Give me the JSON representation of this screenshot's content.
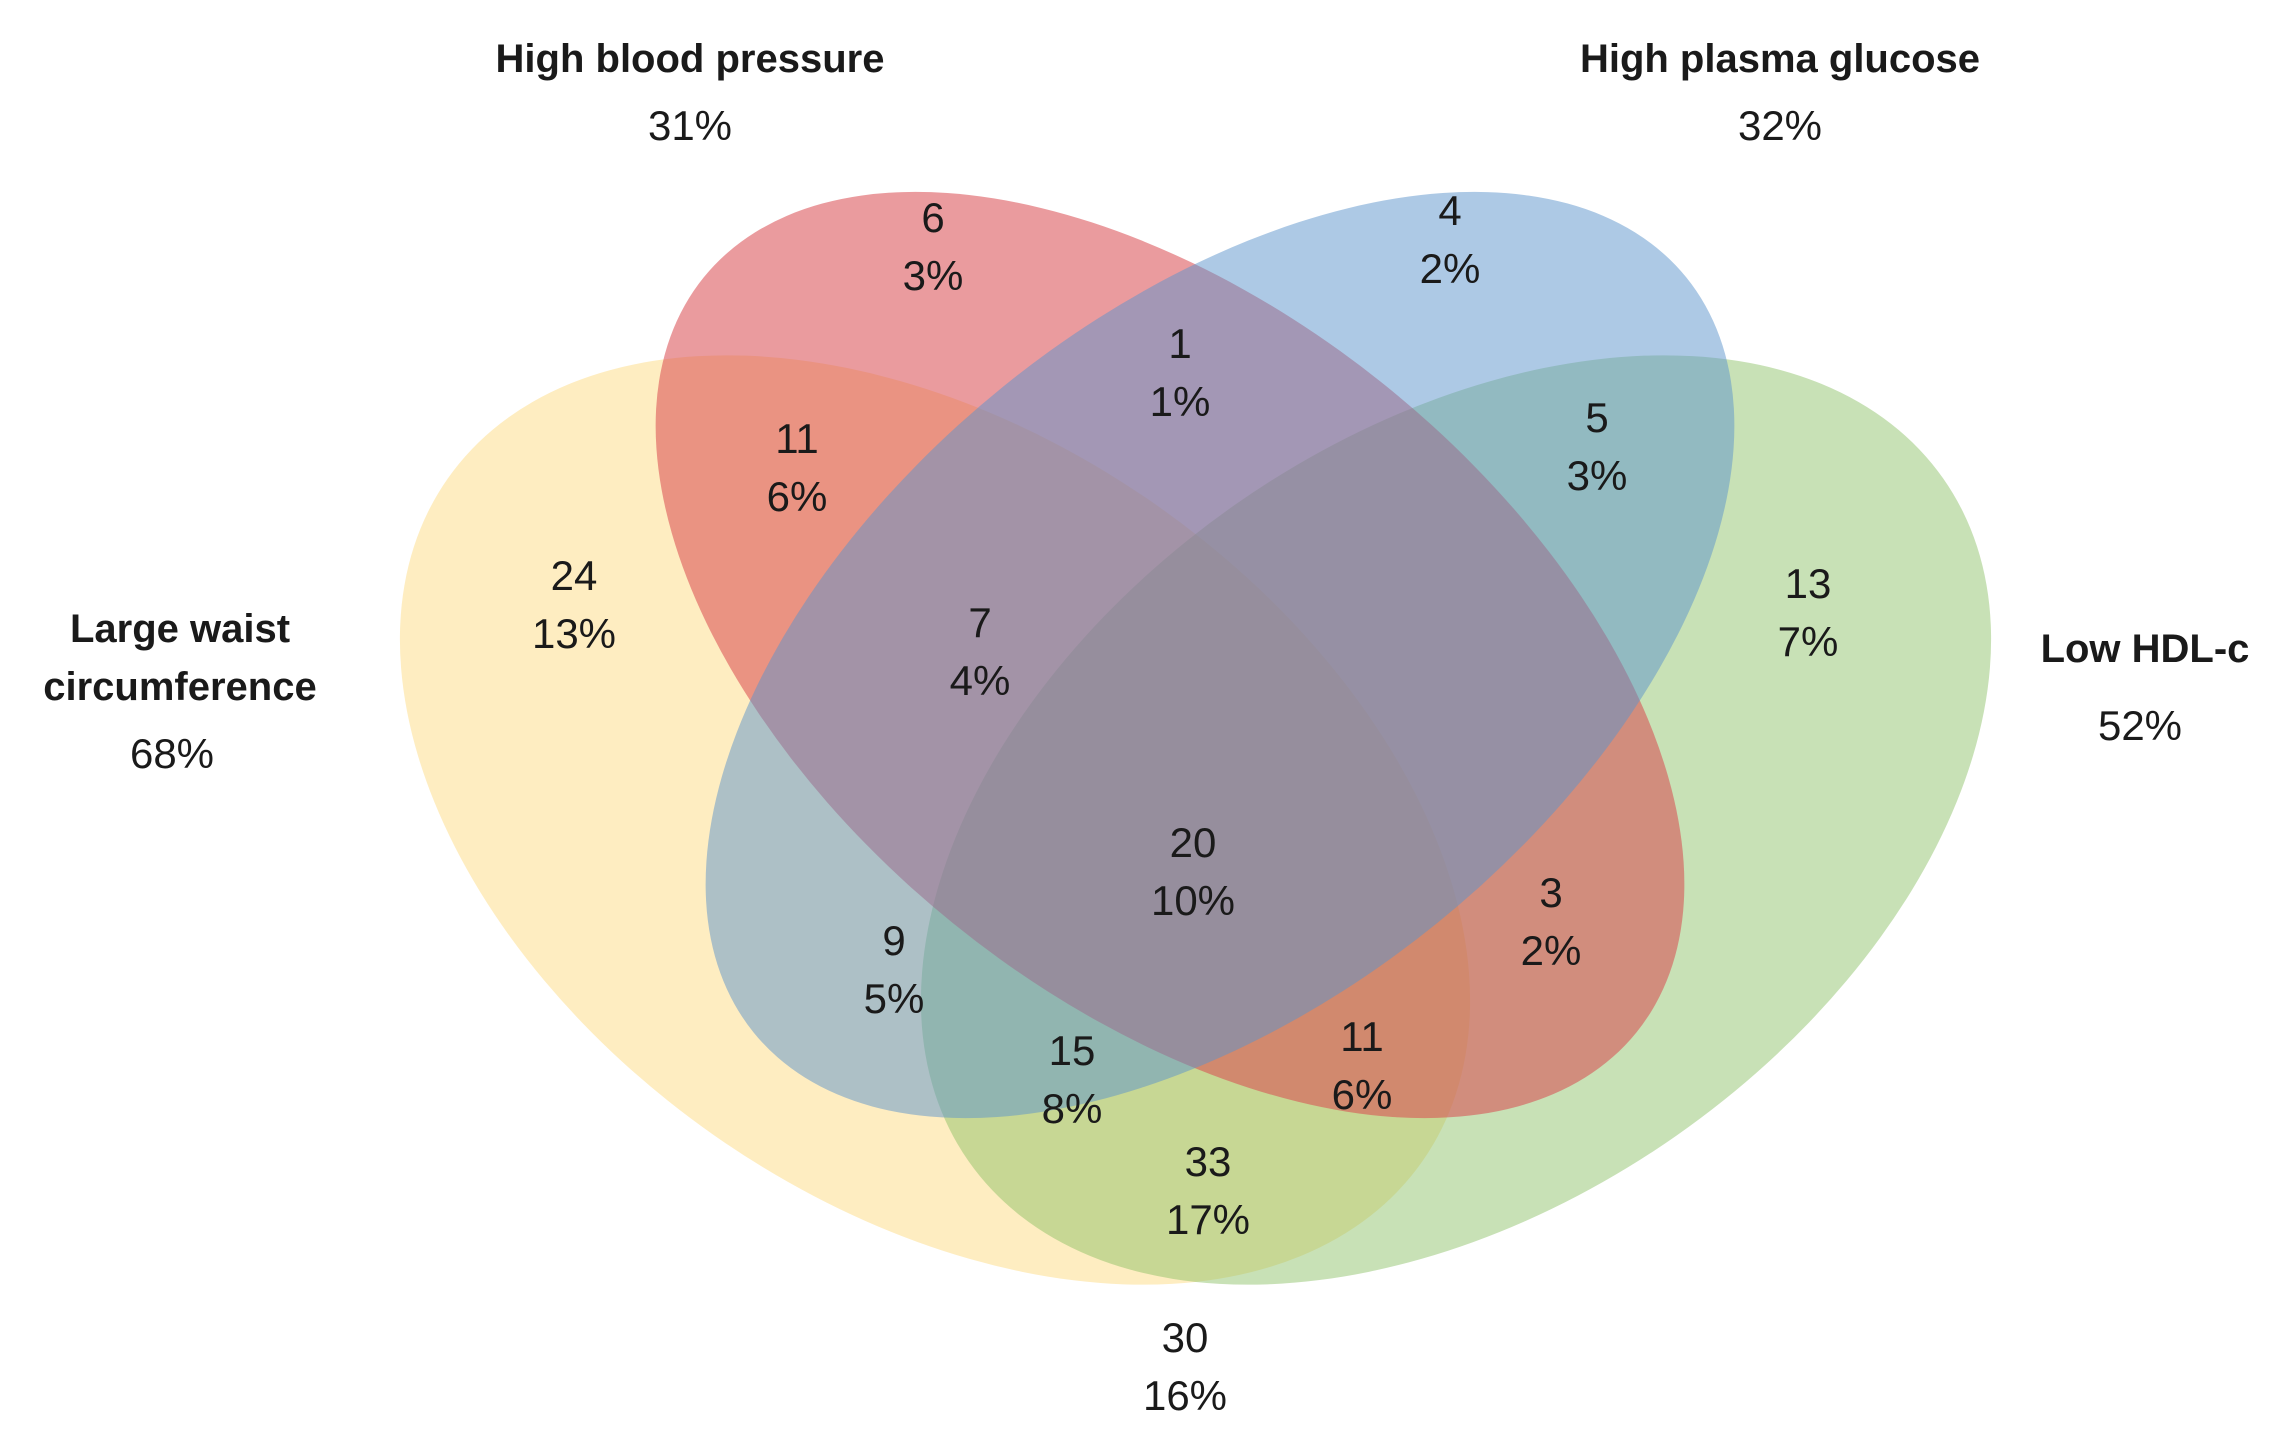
{
  "sets": {
    "waist": {
      "name_lines": [
        "Large waist",
        "circumference"
      ],
      "percent": "68%",
      "color": "#fde5a6"
    },
    "bp": {
      "name_lines": [
        "High blood pressure"
      ],
      "percent": "31%",
      "color": "#d9494f"
    },
    "glucose": {
      "name_lines": [
        "High plasma glucose"
      ],
      "percent": "32%",
      "color": "#5b93cb"
    },
    "hdl": {
      "name_lines": [
        "Low HDL-c"
      ],
      "percent": "52%",
      "color": "#84bc5e"
    }
  },
  "regions": [
    {
      "id": "bp-only",
      "count": "6",
      "percent": "3%"
    },
    {
      "id": "glucose-only",
      "count": "4",
      "percent": "2%"
    },
    {
      "id": "bp-glucose",
      "count": "1",
      "percent": "1%"
    },
    {
      "id": "waist-bp",
      "count": "11",
      "percent": "6%"
    },
    {
      "id": "glucose-hdl",
      "count": "5",
      "percent": "3%"
    },
    {
      "id": "waist-only",
      "count": "24",
      "percent": "13%"
    },
    {
      "id": "hdl-only",
      "count": "13",
      "percent": "7%"
    },
    {
      "id": "waist-bp-glucose",
      "count": "7",
      "percent": "4%"
    },
    {
      "id": "all-four",
      "count": "20",
      "percent": "10%"
    },
    {
      "id": "bp-glucose-hdl",
      "count": "3",
      "percent": "2%"
    },
    {
      "id": "waist-glucose",
      "count": "9",
      "percent": "5%"
    },
    {
      "id": "waist-glucose-hdl",
      "count": "15",
      "percent": "8%"
    },
    {
      "id": "waist-bp-hdl",
      "count": "11",
      "percent": "6%"
    },
    {
      "id": "waist-hdl",
      "count": "33",
      "percent": "17%"
    },
    {
      "id": "none",
      "count": "30",
      "percent": "16%"
    }
  ]
}
